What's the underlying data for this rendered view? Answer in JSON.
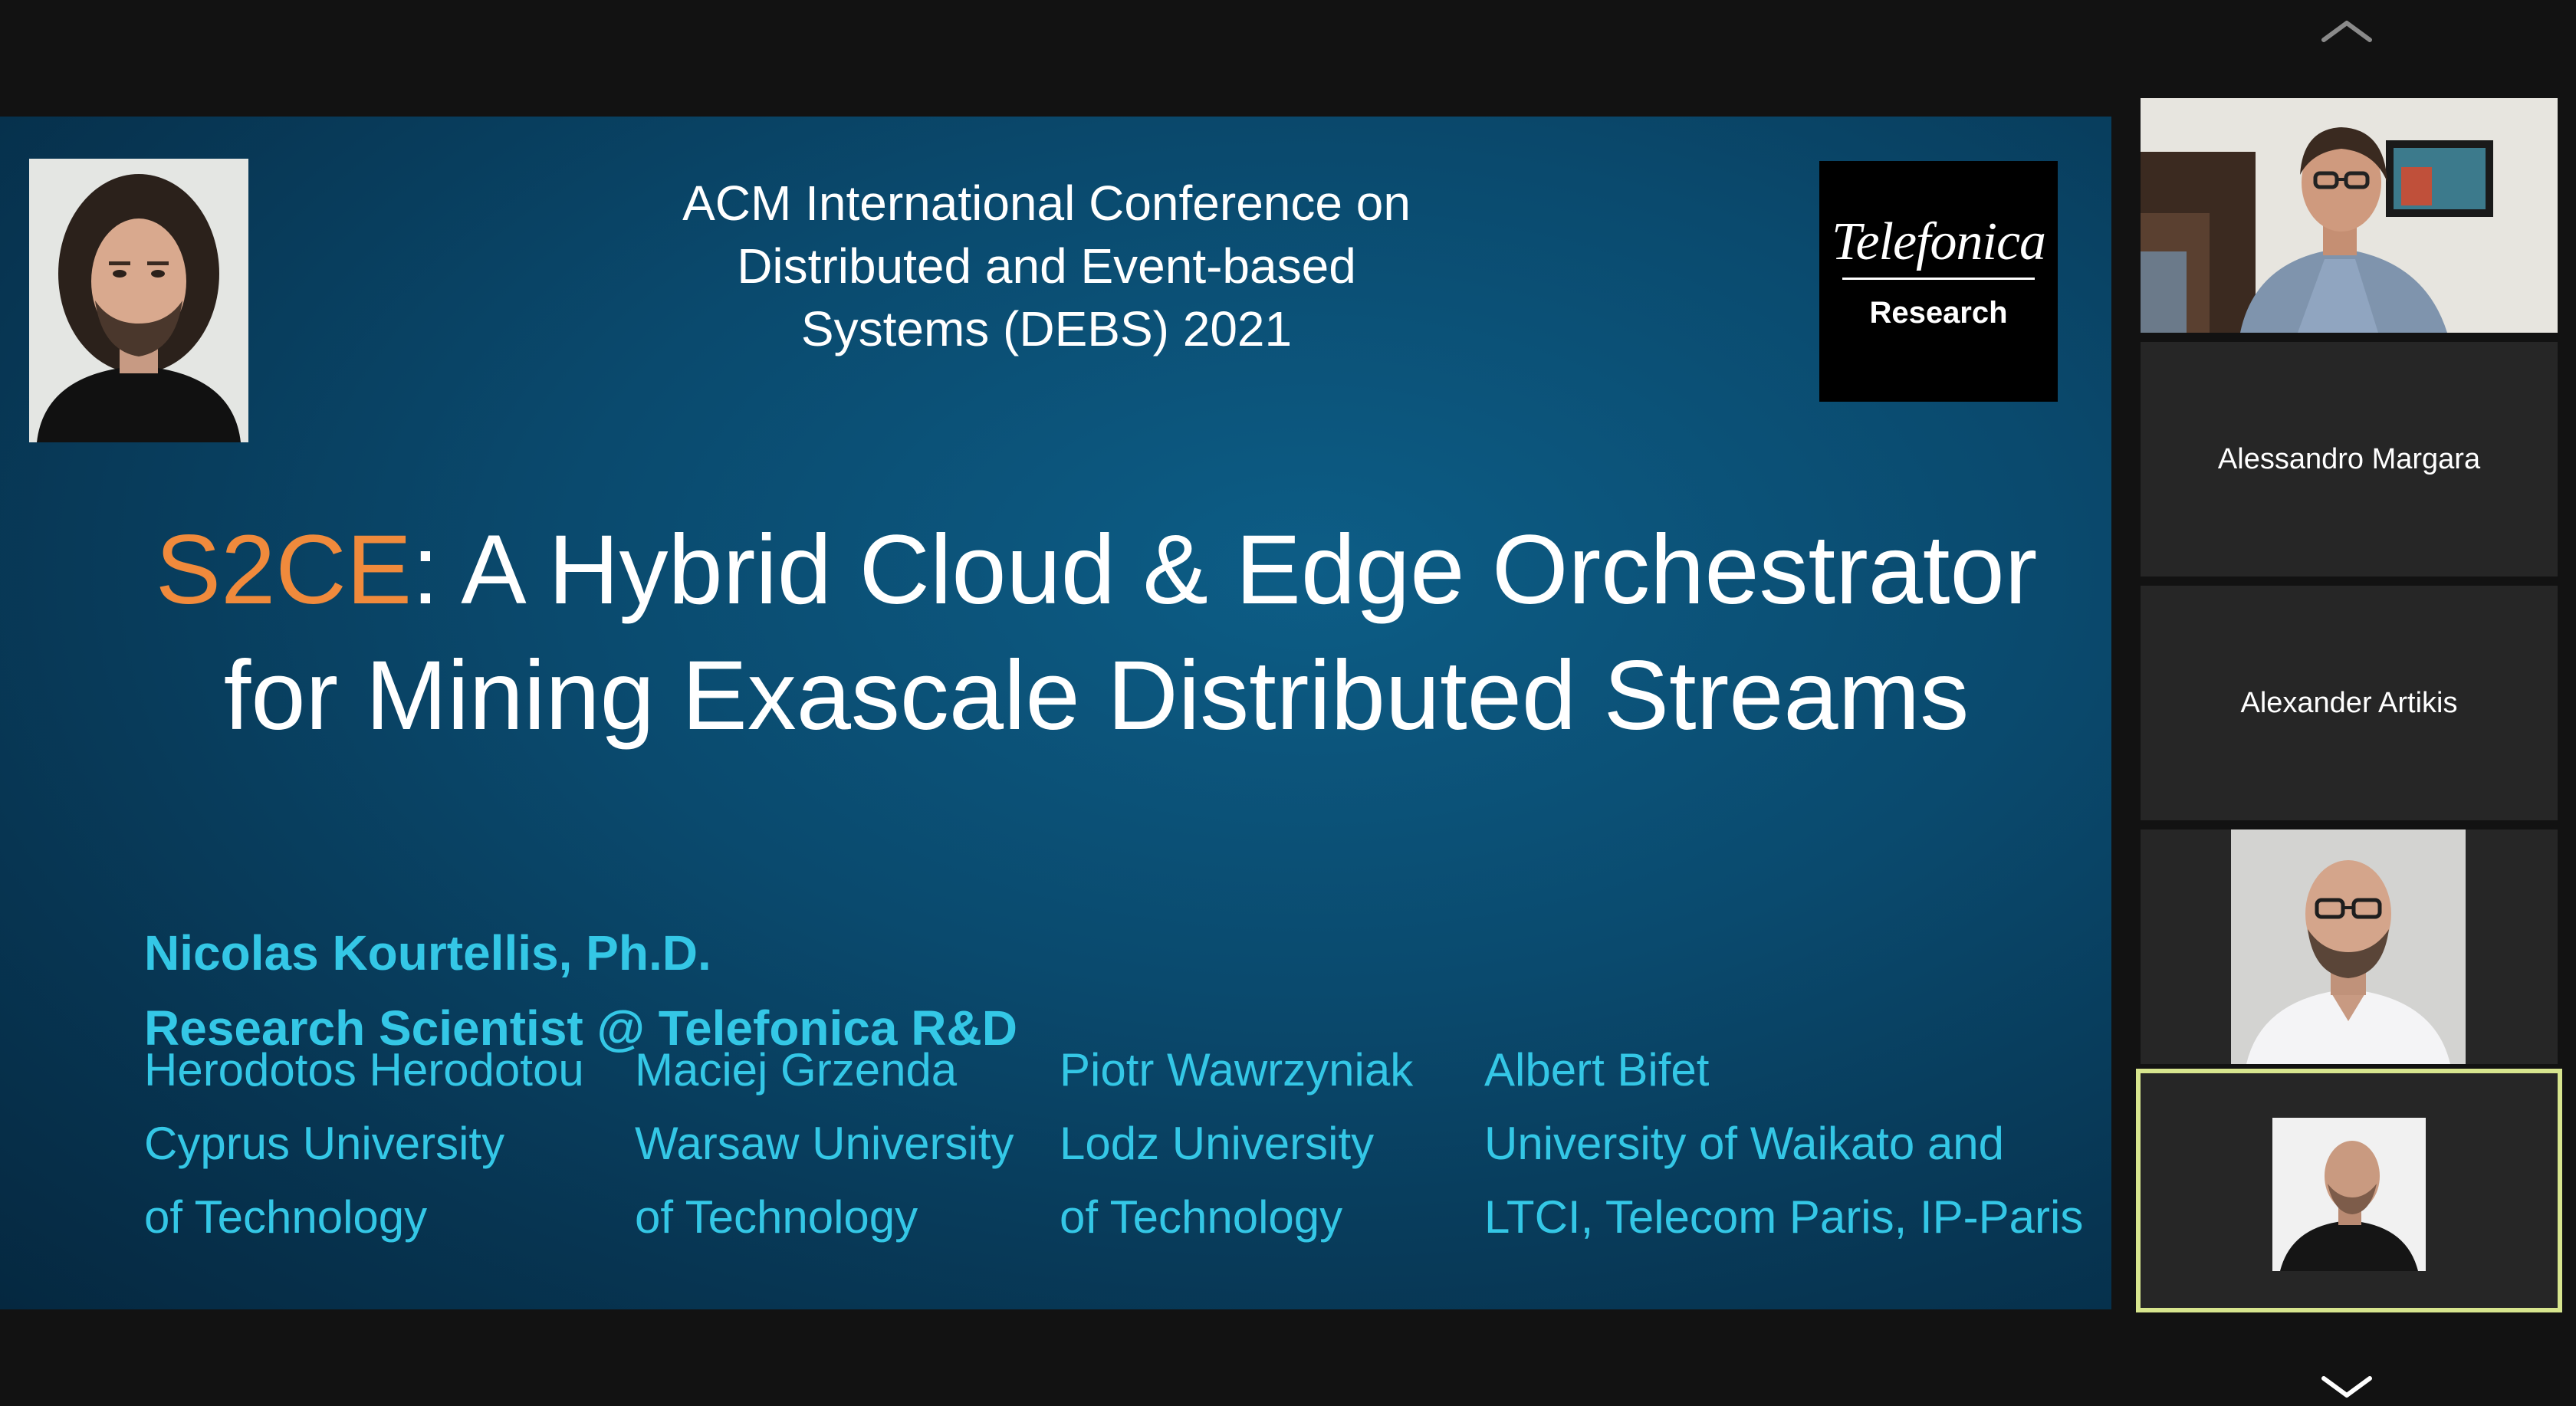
{
  "slide": {
    "conference": {
      "line1": "ACM International Conference on",
      "line2": "Distributed and Event-based",
      "line3": "Systems (DEBS) 2021"
    },
    "logo": {
      "name": "Telefonica",
      "sub": "Research"
    },
    "title": {
      "accent": "S2CE",
      "line1_rest": ": A Hybrid Cloud & Edge Orchestrator",
      "line2": "for Mining Exascale Distributed Streams"
    },
    "speaker": {
      "name": "Nicolas Kourtellis, Ph.D.",
      "role": "Research Scientist @ Telefonica R&D"
    },
    "authors": [
      {
        "name": "Herodotos Herodotou",
        "affil1": "Cyprus University",
        "affil2": "of Technology"
      },
      {
        "name": "Maciej Grzenda",
        "affil1": "Warsaw University",
        "affil2": "of Technology"
      },
      {
        "name": "Piotr Wawrzyniak",
        "affil1": "Lodz University",
        "affil2": "of Technology"
      },
      {
        "name": "Albert Bifet",
        "affil1": "University of Waikato and",
        "affil2": "LTCI, Telecom Paris, IP-Paris"
      }
    ],
    "colors": {
      "accent": "#f08a3c",
      "author_text": "#34c7e6",
      "background": "#0a4a6e"
    }
  },
  "gallery": {
    "participants": [
      {
        "type": "video"
      },
      {
        "type": "name",
        "name": "Alessandro Margara"
      },
      {
        "type": "name",
        "name": "Alexander Artikis"
      },
      {
        "type": "avatar"
      },
      {
        "type": "avatar",
        "active": true
      }
    ],
    "active_border_color": "#d7e58e",
    "icons": [
      "chevron-up-icon",
      "chevron-down-icon"
    ]
  }
}
